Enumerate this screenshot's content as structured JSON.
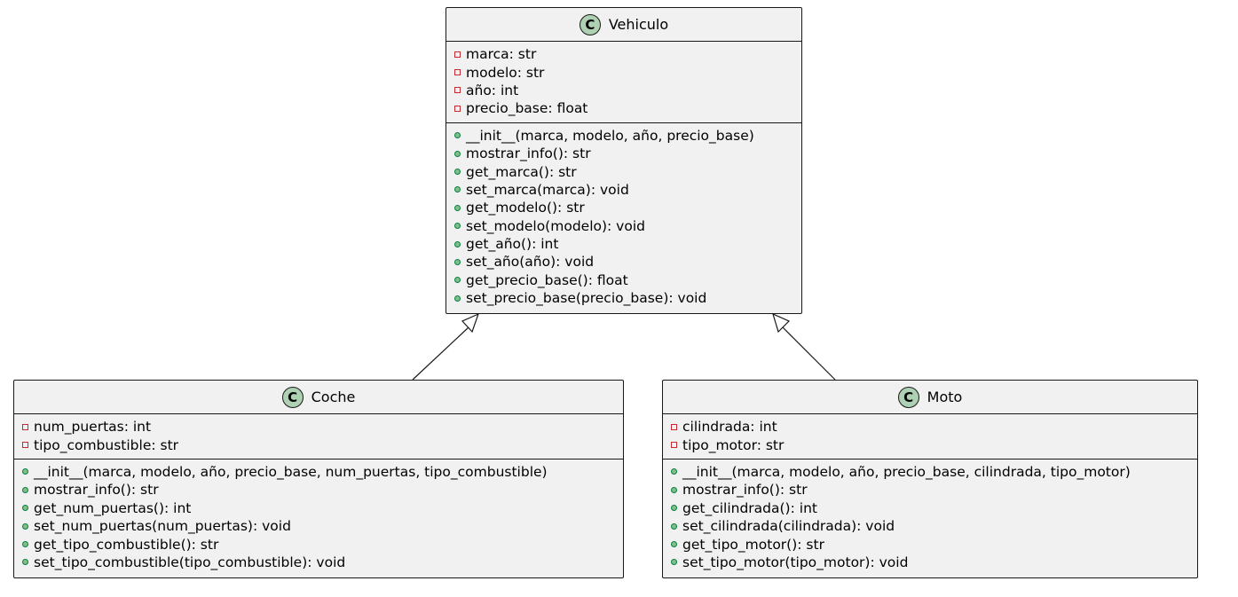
{
  "classes": [
    {
      "id": "vehiculo",
      "name": "Vehiculo",
      "stereotype": "C",
      "attributes": [
        {
          "visibility": "private",
          "text": "marca: str"
        },
        {
          "visibility": "private",
          "text": "modelo: str"
        },
        {
          "visibility": "private",
          "text": "año: int"
        },
        {
          "visibility": "private",
          "text": "precio_base: float"
        }
      ],
      "methods": [
        {
          "visibility": "public",
          "text": "__init__(marca, modelo, año, precio_base)"
        },
        {
          "visibility": "public",
          "text": "mostrar_info(): str"
        },
        {
          "visibility": "public",
          "text": "get_marca(): str"
        },
        {
          "visibility": "public",
          "text": "set_marca(marca): void"
        },
        {
          "visibility": "public",
          "text": "get_modelo(): str"
        },
        {
          "visibility": "public",
          "text": "set_modelo(modelo): void"
        },
        {
          "visibility": "public",
          "text": "get_año(): int"
        },
        {
          "visibility": "public",
          "text": "set_año(año): void"
        },
        {
          "visibility": "public",
          "text": "get_precio_base(): float"
        },
        {
          "visibility": "public",
          "text": "set_precio_base(precio_base): void"
        }
      ]
    },
    {
      "id": "coche",
      "name": "Coche",
      "stereotype": "C",
      "attributes": [
        {
          "visibility": "private",
          "text": "num_puertas: int"
        },
        {
          "visibility": "private",
          "text": "tipo_combustible: str"
        }
      ],
      "methods": [
        {
          "visibility": "public",
          "text": "__init__(marca, modelo, año, precio_base, num_puertas, tipo_combustible)"
        },
        {
          "visibility": "public",
          "text": "mostrar_info(): str"
        },
        {
          "visibility": "public",
          "text": "get_num_puertas(): int"
        },
        {
          "visibility": "public",
          "text": "set_num_puertas(num_puertas): void"
        },
        {
          "visibility": "public",
          "text": "get_tipo_combustible(): str"
        },
        {
          "visibility": "public",
          "text": "set_tipo_combustible(tipo_combustible): void"
        }
      ]
    },
    {
      "id": "moto",
      "name": "Moto",
      "stereotype": "C",
      "attributes": [
        {
          "visibility": "private",
          "text": "cilindrada: int"
        },
        {
          "visibility": "private",
          "text": "tipo_motor: str"
        }
      ],
      "methods": [
        {
          "visibility": "public",
          "text": "__init__(marca, modelo, año, precio_base, cilindrada, tipo_motor)"
        },
        {
          "visibility": "public",
          "text": "mostrar_info(): str"
        },
        {
          "visibility": "public",
          "text": "get_cilindrada(): int"
        },
        {
          "visibility": "public",
          "text": "set_cilindrada(cilindrada): void"
        },
        {
          "visibility": "public",
          "text": "get_tipo_motor(): str"
        },
        {
          "visibility": "public",
          "text": "set_tipo_motor(tipo_motor): void"
        }
      ]
    }
  ],
  "relations": [
    {
      "type": "inheritance",
      "from": "coche",
      "to": "vehiculo"
    },
    {
      "type": "inheritance",
      "from": "moto",
      "to": "vehiculo"
    }
  ],
  "colors": {
    "class_fill": "#f1f1f1",
    "border": "#181818",
    "stereotype_circle": "#add1b2",
    "private_marker": "#c82930",
    "public_marker_fill": "#84be84",
    "public_marker_border": "#038048"
  }
}
